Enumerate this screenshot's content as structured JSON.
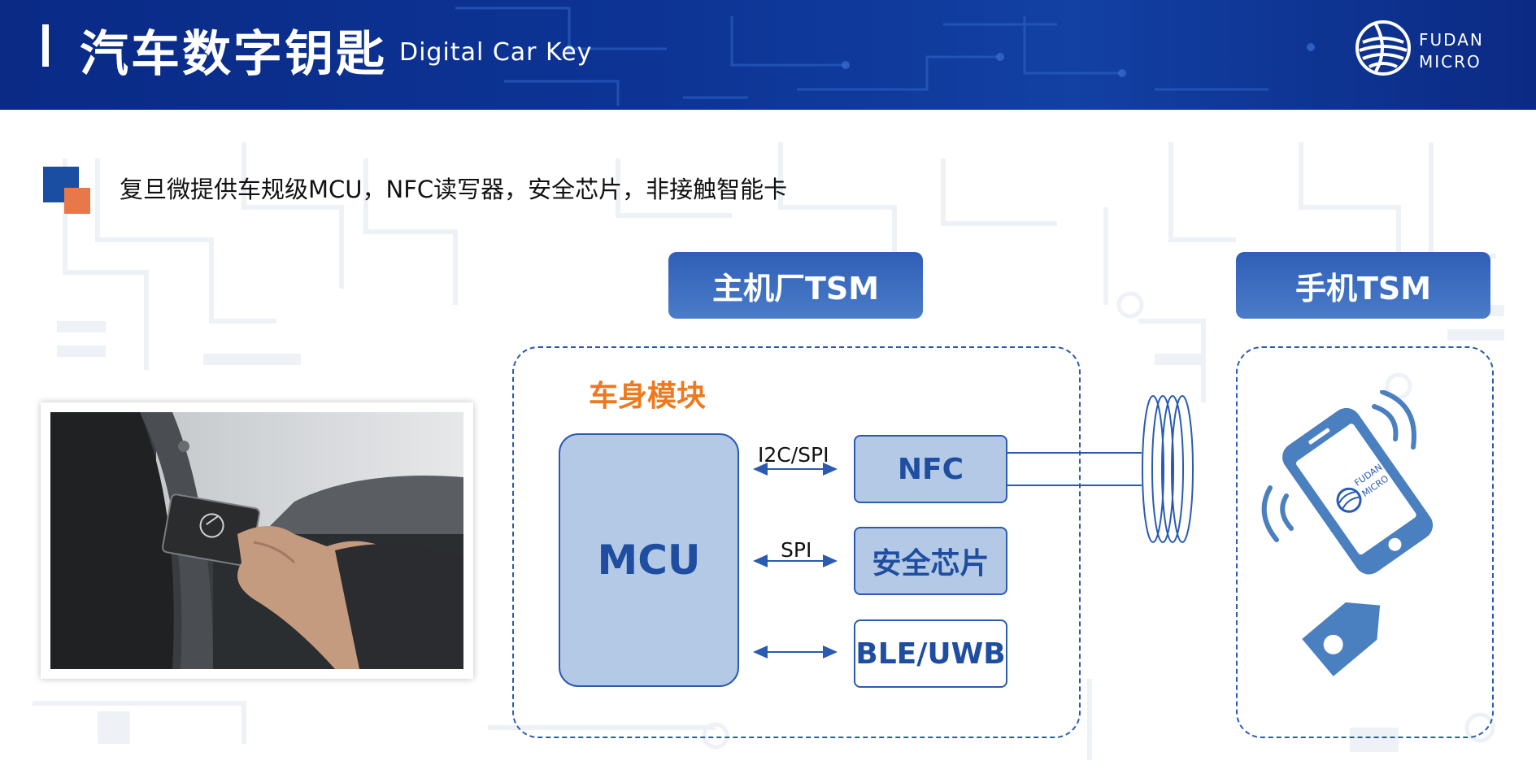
{
  "header": {
    "title_cn": "汽车数字钥匙",
    "title_en": "Digital Car Key",
    "logo_line1": "FUDAN",
    "logo_line2": "MICRO"
  },
  "subtitle": "复旦微提供车规级MCU，NFC读写器，安全芯片，非接触智能卡",
  "diagram": {
    "oem_tsm": "主机厂TSM",
    "phone_tsm": "手机TSM",
    "body_module": "车身模块",
    "mcu": "MCU",
    "nfc": "NFC",
    "secure_chip": "安全芯片",
    "ble_uwb": "BLE/UWB",
    "bus_nfc": "I2C/SPI",
    "bus_secure": "SPI",
    "phone_logo_line1": "FUDAN",
    "phone_logo_line2": "MICRO"
  },
  "colors": {
    "header_blue": "#0d3596",
    "accent_blue": "#2a5bb0",
    "chip_fill": "#b4c9e6",
    "orange": "#ee7a1d",
    "bullet_orange": "#e8784a"
  }
}
